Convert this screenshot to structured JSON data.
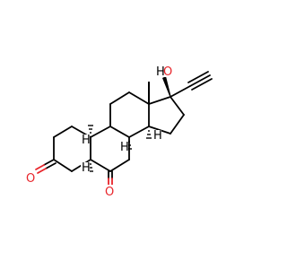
{
  "molecule": {
    "atom_labels": {
      "hydroxyl_O": "O",
      "hydroxyl_H": "H",
      "stereo_H": "H",
      "ketone_O": "O"
    },
    "colors": {
      "bond": "#000000",
      "oxygen": "#e8242a",
      "hydrogen": "#000000",
      "background": "#ffffff"
    }
  }
}
